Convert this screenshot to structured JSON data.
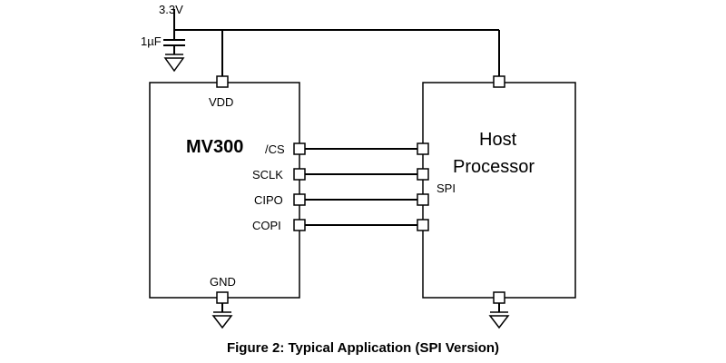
{
  "supply": {
    "voltage": "3.3V",
    "cap": "1µF"
  },
  "chip": {
    "name": "MV300",
    "vdd": "VDD",
    "gnd": "GND",
    "pins": [
      "/CS",
      "SCLK",
      "CIPO",
      "COPI"
    ]
  },
  "host": {
    "line1": "Host",
    "line2": "Processor",
    "bus": "SPI"
  },
  "caption": "Figure 2: Typical Application (SPI Version)"
}
